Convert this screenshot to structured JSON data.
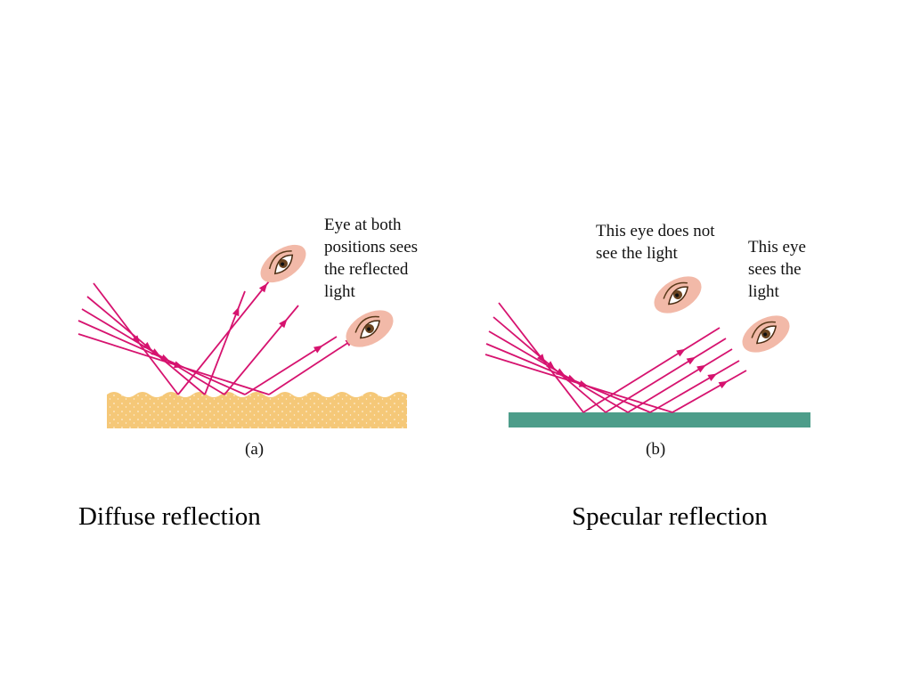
{
  "colors": {
    "ray": "#d6136f",
    "diffuse_surface": "#f5c878",
    "specular_surface": "#4d9d8a",
    "eye_skin": "#f2b9a8"
  },
  "diffuse": {
    "label": "(a)",
    "annotation": "Eye at both\npositions sees\nthe reflected\nlight",
    "caption": "Diffuse reflection"
  },
  "specular": {
    "label": "(b)",
    "annotation_no_light": "This eye does not\nsee the light",
    "annotation_sees_light": "This eye\nsees the\nlight",
    "caption": "Specular reflection"
  }
}
